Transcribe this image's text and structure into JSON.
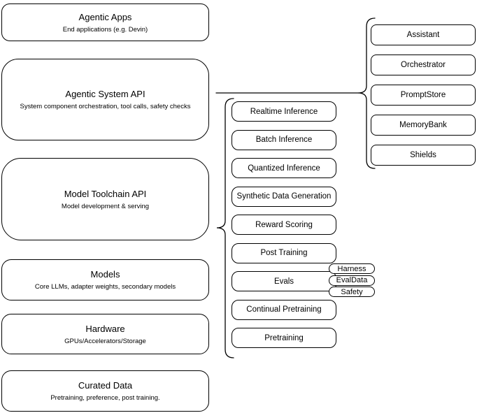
{
  "diagram": {
    "colors": {
      "stroke": "#000000",
      "fill": "#ffffff",
      "background": "#ffffff"
    },
    "left_stack": [
      {
        "title": "Agentic Apps",
        "subtitle": "End applications (e.g. Devin)"
      },
      {
        "title": "Agentic System API",
        "subtitle": "System component orchestration, tool calls, safety checks"
      },
      {
        "title": "Model Toolchain API",
        "subtitle": "Model development & serving"
      },
      {
        "title": "Models",
        "subtitle": "Core LLMs, adapter weights, secondary models"
      },
      {
        "title": "Hardware",
        "subtitle": "GPUs/Accelerators/Storage"
      },
      {
        "title": "Curated Data",
        "subtitle": "Pretraining, preference, post training."
      }
    ],
    "toolchain_services": [
      "Realtime Inference",
      "Batch Inference",
      "Quantized Inference",
      "Synthetic Data Generation",
      "Reward Scoring",
      "Post Training",
      "Evals",
      "Continual Pretraining",
      "Pretraining"
    ],
    "evals_tags": [
      "Harness",
      "EvalData",
      "Safety"
    ],
    "system_components": [
      "Assistant",
      "Orchestrator",
      "PromptStore",
      "MemoryBank",
      "Shields"
    ]
  }
}
